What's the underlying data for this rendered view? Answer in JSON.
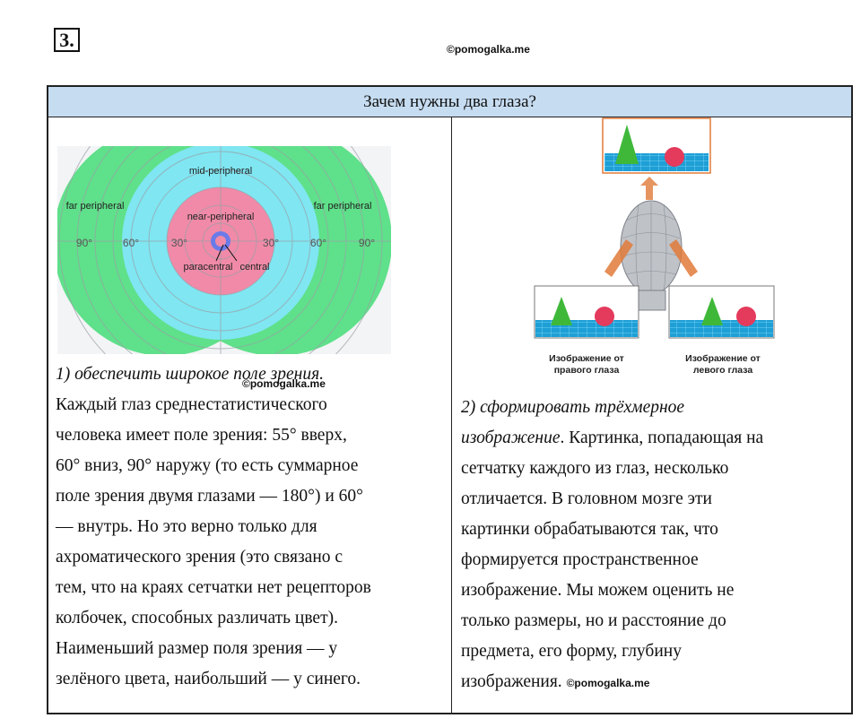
{
  "task_number": "3.",
  "watermark": "©pomogalka.me",
  "table": {
    "header": "Зачем нужны два глаза?",
    "left": {
      "figure": {
        "zone_labels": {
          "mid": "mid-peripheral",
          "near": "near-peripheral",
          "far_left": "far peripheral",
          "far_right": "far peripheral",
          "paracentral": "paracentral",
          "central": "central"
        },
        "angles": [
          "90°",
          "60°",
          "30°",
          "30°",
          "60°",
          "90°"
        ]
      },
      "point_title": "1) обеспечить широкое поле зрения.",
      "lines": [
        "Каждый глаз среднестатистического",
        "человека имеет поле зрения: 55° вверх,",
        "60° вниз, 90° наружу (то есть суммарное",
        "поле зрения двумя глазами — 180°) и 60°",
        "— внутрь. Но это верно только для",
        "ахроматического зрения (это связано с",
        "тем, что на краях сетчатки нет рецепторов",
        "колбочек, способных различать цвет).",
        "Наименьший размер поля зрения — у",
        "зелёного цвета, наибольший — у синего."
      ]
    },
    "right": {
      "figure": {
        "caption_right_eye": [
          "Изображение от",
          "правого глаза"
        ],
        "caption_left_eye": [
          "Изображение от",
          "левого глаза"
        ]
      },
      "point_title_1": "2) сформировать трёхмерное",
      "point_title_2": "изображение",
      "line1_rest": ". Картинка, попадающая на",
      "lines": [
        "сетчатку каждого из глаз, несколько",
        "отличается. В головном мозге эти",
        "картинки обрабатываются так, что",
        "формируется пространственное",
        "изображение. Мы можем оценить не",
        "только размеры, но и расстояние до",
        "предмета, его форму, глубину"
      ],
      "last_line": "изображения."
    }
  },
  "colors": {
    "header_bg": "#c6dcf1",
    "far_peripheral": "#5fe08a",
    "mid_peripheral": "#7fe6f2",
    "near_peripheral": "#f08aa8",
    "central": "#6a7be8",
    "cone": "#3fb83a",
    "sphere": "#e43a5c",
    "grid_floor": "#1e9fd6",
    "arrow": "#e07a3a"
  }
}
